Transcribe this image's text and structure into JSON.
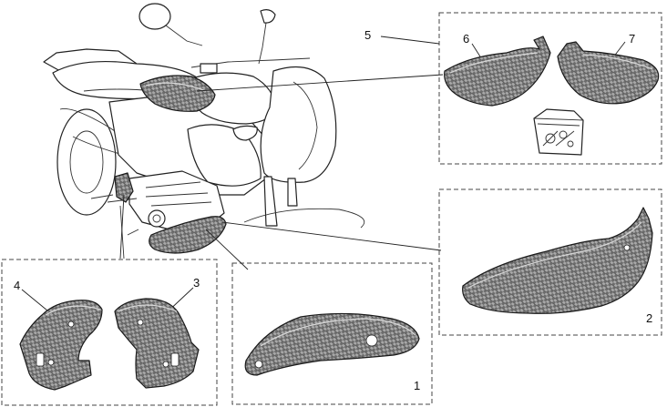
{
  "diagram": {
    "callouts": {
      "part_1": "1",
      "part_2": "2",
      "part_3": "3",
      "part_4": "4",
      "kit_5": "5",
      "part_6": "6",
      "part_7": "7"
    }
  }
}
